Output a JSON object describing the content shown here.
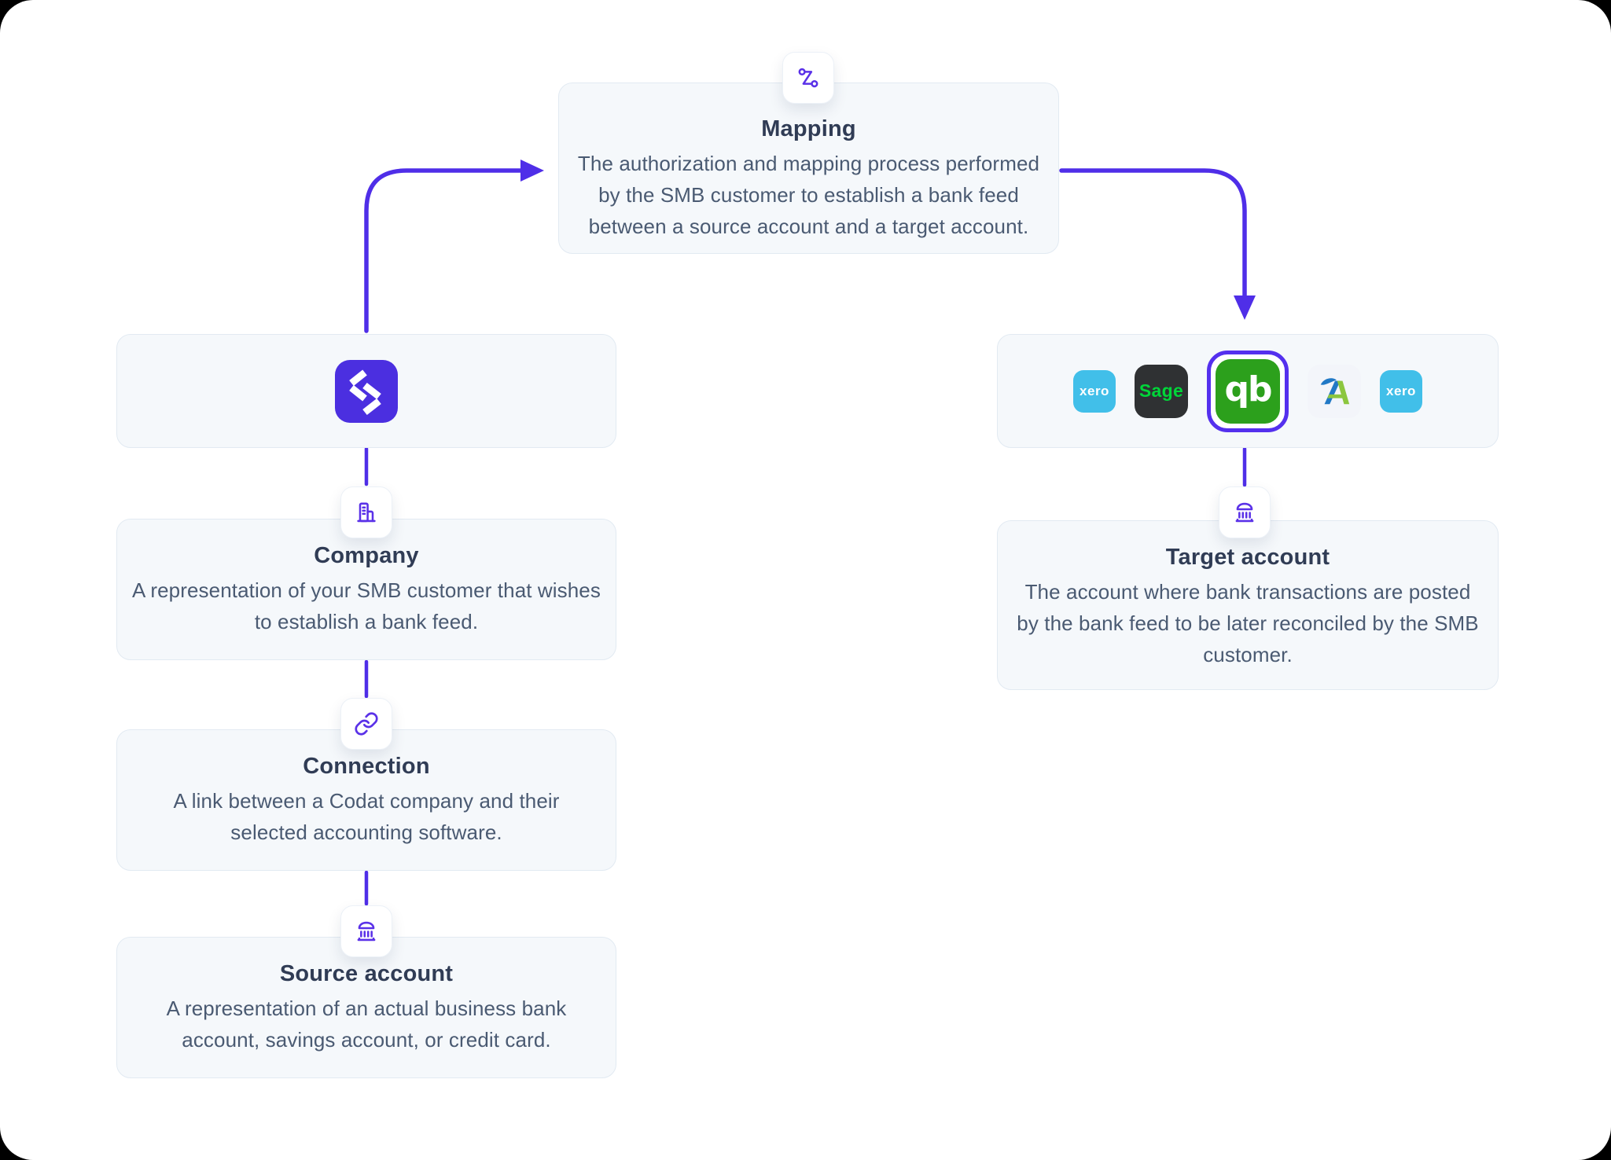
{
  "cards": {
    "mapping": {
      "title": "Mapping",
      "description": "The authorization and mapping process performed by the SMB customer to establish a bank feed between a source account and a target account.",
      "icon": "route-icon"
    },
    "company": {
      "title": "Company",
      "description": "A representation of your SMB customer that wishes to establish a bank feed.",
      "icon": "building-icon"
    },
    "connection": {
      "title": "Connection",
      "description": "A link between a Codat company and their selected accounting software.",
      "icon": "link-icon"
    },
    "source_account": {
      "title": "Source account",
      "description": "A representation of an actual business bank account, savings account, or credit card.",
      "icon": "bank-icon"
    },
    "target_account": {
      "title": "Target account",
      "description": "The account where bank transactions are posted by the bank feed to be later reconciled by the SMB customer.",
      "icon": "bank-icon"
    }
  },
  "brand": {
    "name": "Codat",
    "icon": "codat-logo"
  },
  "integrations": {
    "xero_1": {
      "name": "Xero",
      "label": "xero"
    },
    "sage": {
      "name": "Sage",
      "label": "Sage"
    },
    "quickbooks": {
      "name": "QuickBooks",
      "label": "qb",
      "highlighted": true
    },
    "freeagent": {
      "name": "FreeAgent"
    },
    "xero_2": {
      "name": "Xero",
      "label": "xero"
    }
  },
  "flow": {
    "arrows": [
      "codat-box to mapping-card",
      "mapping-card to integrations-box"
    ],
    "connectors": [
      "codat-box to company-card",
      "company-card to connection-card",
      "connection-card to source-account-card",
      "integrations-box to target-account-card"
    ]
  },
  "colors": {
    "accent_purple": "#4F2EE8",
    "icon_purple": "#5A31E8",
    "codat_purple": "#4B2FE0",
    "card_background": "#F5F8FB",
    "card_border": "#E2EAF2",
    "title_text": "#303C55",
    "body_text": "#4A5A72",
    "xero_blue": "#41BFE9",
    "sage_dark": "#2F3133",
    "sage_green": "#00D639",
    "quickbooks_green": "#2CA01C",
    "freeagent_blue": "#2179C6",
    "freeagent_green": "#8CC63F"
  }
}
